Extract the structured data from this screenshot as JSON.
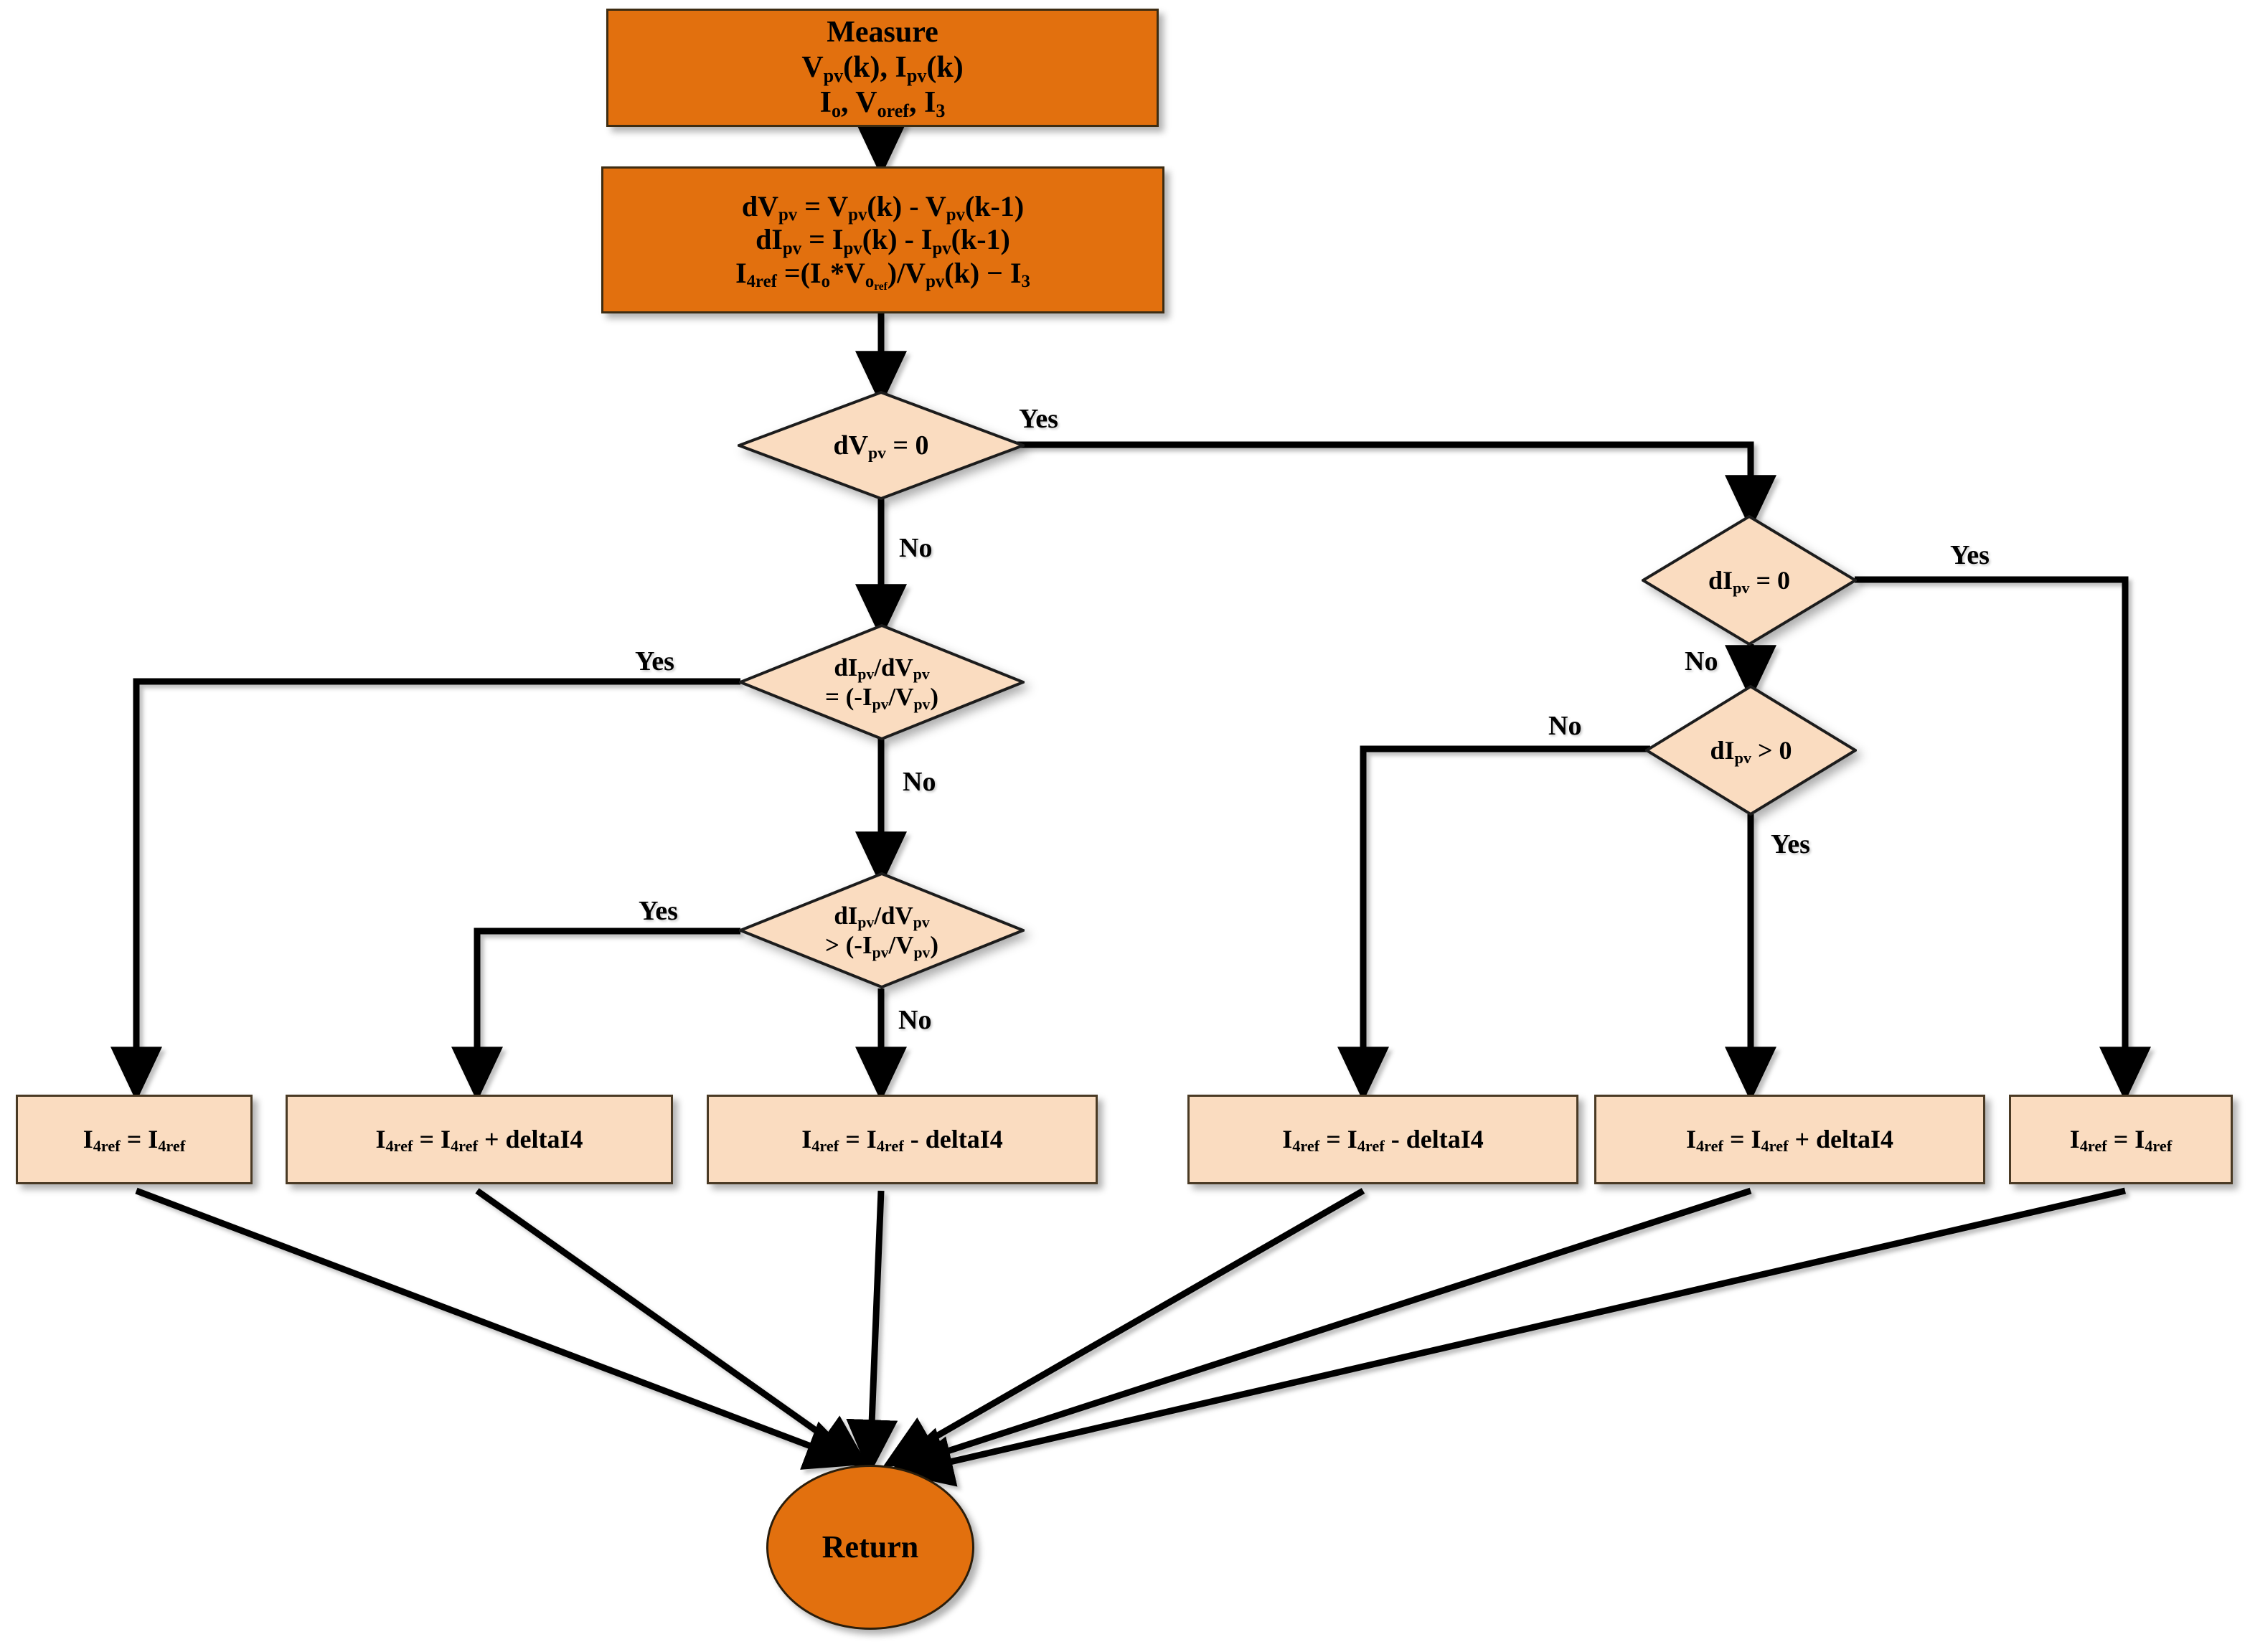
{
  "diagram": {
    "type": "flowchart",
    "title": "Incremental Conductance MPPT with I4ref current reference algorithm",
    "colors": {
      "process_orange": "#E2700E",
      "process_peach": "#FADCC0",
      "terminal_orange": "#E2700E",
      "edge": "#000000",
      "text": "#000000"
    }
  },
  "nodes": {
    "measure": {
      "shape": "process",
      "lines": [
        "Measure",
        "Vpv(k), Ipv(k)",
        "Io, Voref, I3"
      ],
      "html": "Measure<br>V<sub>pv</sub>(k), I<sub>pv</sub>(k)<br>I<sub>o</sub>, V<sub>oref</sub>, I<sub>3</sub>"
    },
    "compute": {
      "shape": "process",
      "lines": [
        "dVpv = Vpv(k) - Vpv(k-1)",
        "dIpv = Ipv(k) - Ipv(k-1)",
        "I4ref =(Io*Voref)/Vpv(k) − I3"
      ],
      "html": "dV<sub>pv</sub> = V<sub>pv</sub>(k) - V<sub>pv</sub>(k-1)<br>dI<sub>pv</sub> = I<sub>pv</sub>(k) - I<sub>pv</sub>(k-1)<br>I<sub>4ref</sub> =(I<sub>o</sub>*V<sub>o<sub>ref</sub></sub>)/V<sub>pv</sub>(k) &minus; I<sub>3</sub>"
    },
    "dec_dvpv_zero": {
      "shape": "decision",
      "text": "dVpv = 0",
      "html": "dV<sub>pv</sub> = 0"
    },
    "dec_slope_eq": {
      "shape": "decision",
      "text": "dIpv/dVpv = (-Ipv/Vpv)",
      "html": "dI<sub>pv</sub>/dV<sub>pv</sub><br>= (-I<sub>pv</sub>/V<sub>pv</sub>)"
    },
    "dec_slope_gt": {
      "shape": "decision",
      "text": "dIpv/dVpv > (-Ipv/Vpv)",
      "html": "dI<sub>pv</sub>/dV<sub>pv</sub><br>&gt; (-I<sub>pv</sub>/V<sub>pv</sub>)"
    },
    "dec_dipv_zero": {
      "shape": "decision",
      "text": "dIpv = 0",
      "html": "dI<sub>pv</sub> = 0"
    },
    "dec_dipv_gt": {
      "shape": "decision",
      "text": "dIpv > 0",
      "html": "dI<sub>pv</sub> &gt; 0"
    },
    "act_hold_left": {
      "shape": "process",
      "text": "I4ref = I4ref",
      "html": "I<sub>4ref</sub> = I<sub>4ref</sub>"
    },
    "act_plus_left": {
      "shape": "process",
      "text": "I4ref = I4ref + deltaI4",
      "html": "I<sub>4ref</sub> = I<sub>4ref</sub> + deltaI4"
    },
    "act_minus_mid": {
      "shape": "process",
      "text": "I4ref = I4ref - deltaI4",
      "html": "I<sub>4ref</sub> = I<sub>4ref</sub> - deltaI4"
    },
    "act_minus_right": {
      "shape": "process",
      "text": "I4ref = I4ref - deltaI4",
      "html": "I<sub>4ref</sub> = I<sub>4ref</sub> - deltaI4"
    },
    "act_plus_right": {
      "shape": "process",
      "text": "I4ref = I4ref + deltaI4",
      "html": "I<sub>4ref</sub> = I<sub>4ref</sub> + deltaI4"
    },
    "act_hold_right": {
      "shape": "process",
      "text": "I4ref = I4ref",
      "html": "I<sub>4ref</sub> = I<sub>4ref</sub>"
    },
    "return": {
      "shape": "terminal",
      "text": "Return"
    }
  },
  "edge_labels": {
    "dvpv_yes": "Yes",
    "dvpv_no": "No",
    "slope_eq_yes": "Yes",
    "slope_eq_no": "No",
    "slope_gt_yes": "Yes",
    "slope_gt_no": "No",
    "dipv_zero_yes": "Yes",
    "dipv_zero_no": "No",
    "dipv_gt_no": "No",
    "dipv_gt_yes": "Yes"
  }
}
